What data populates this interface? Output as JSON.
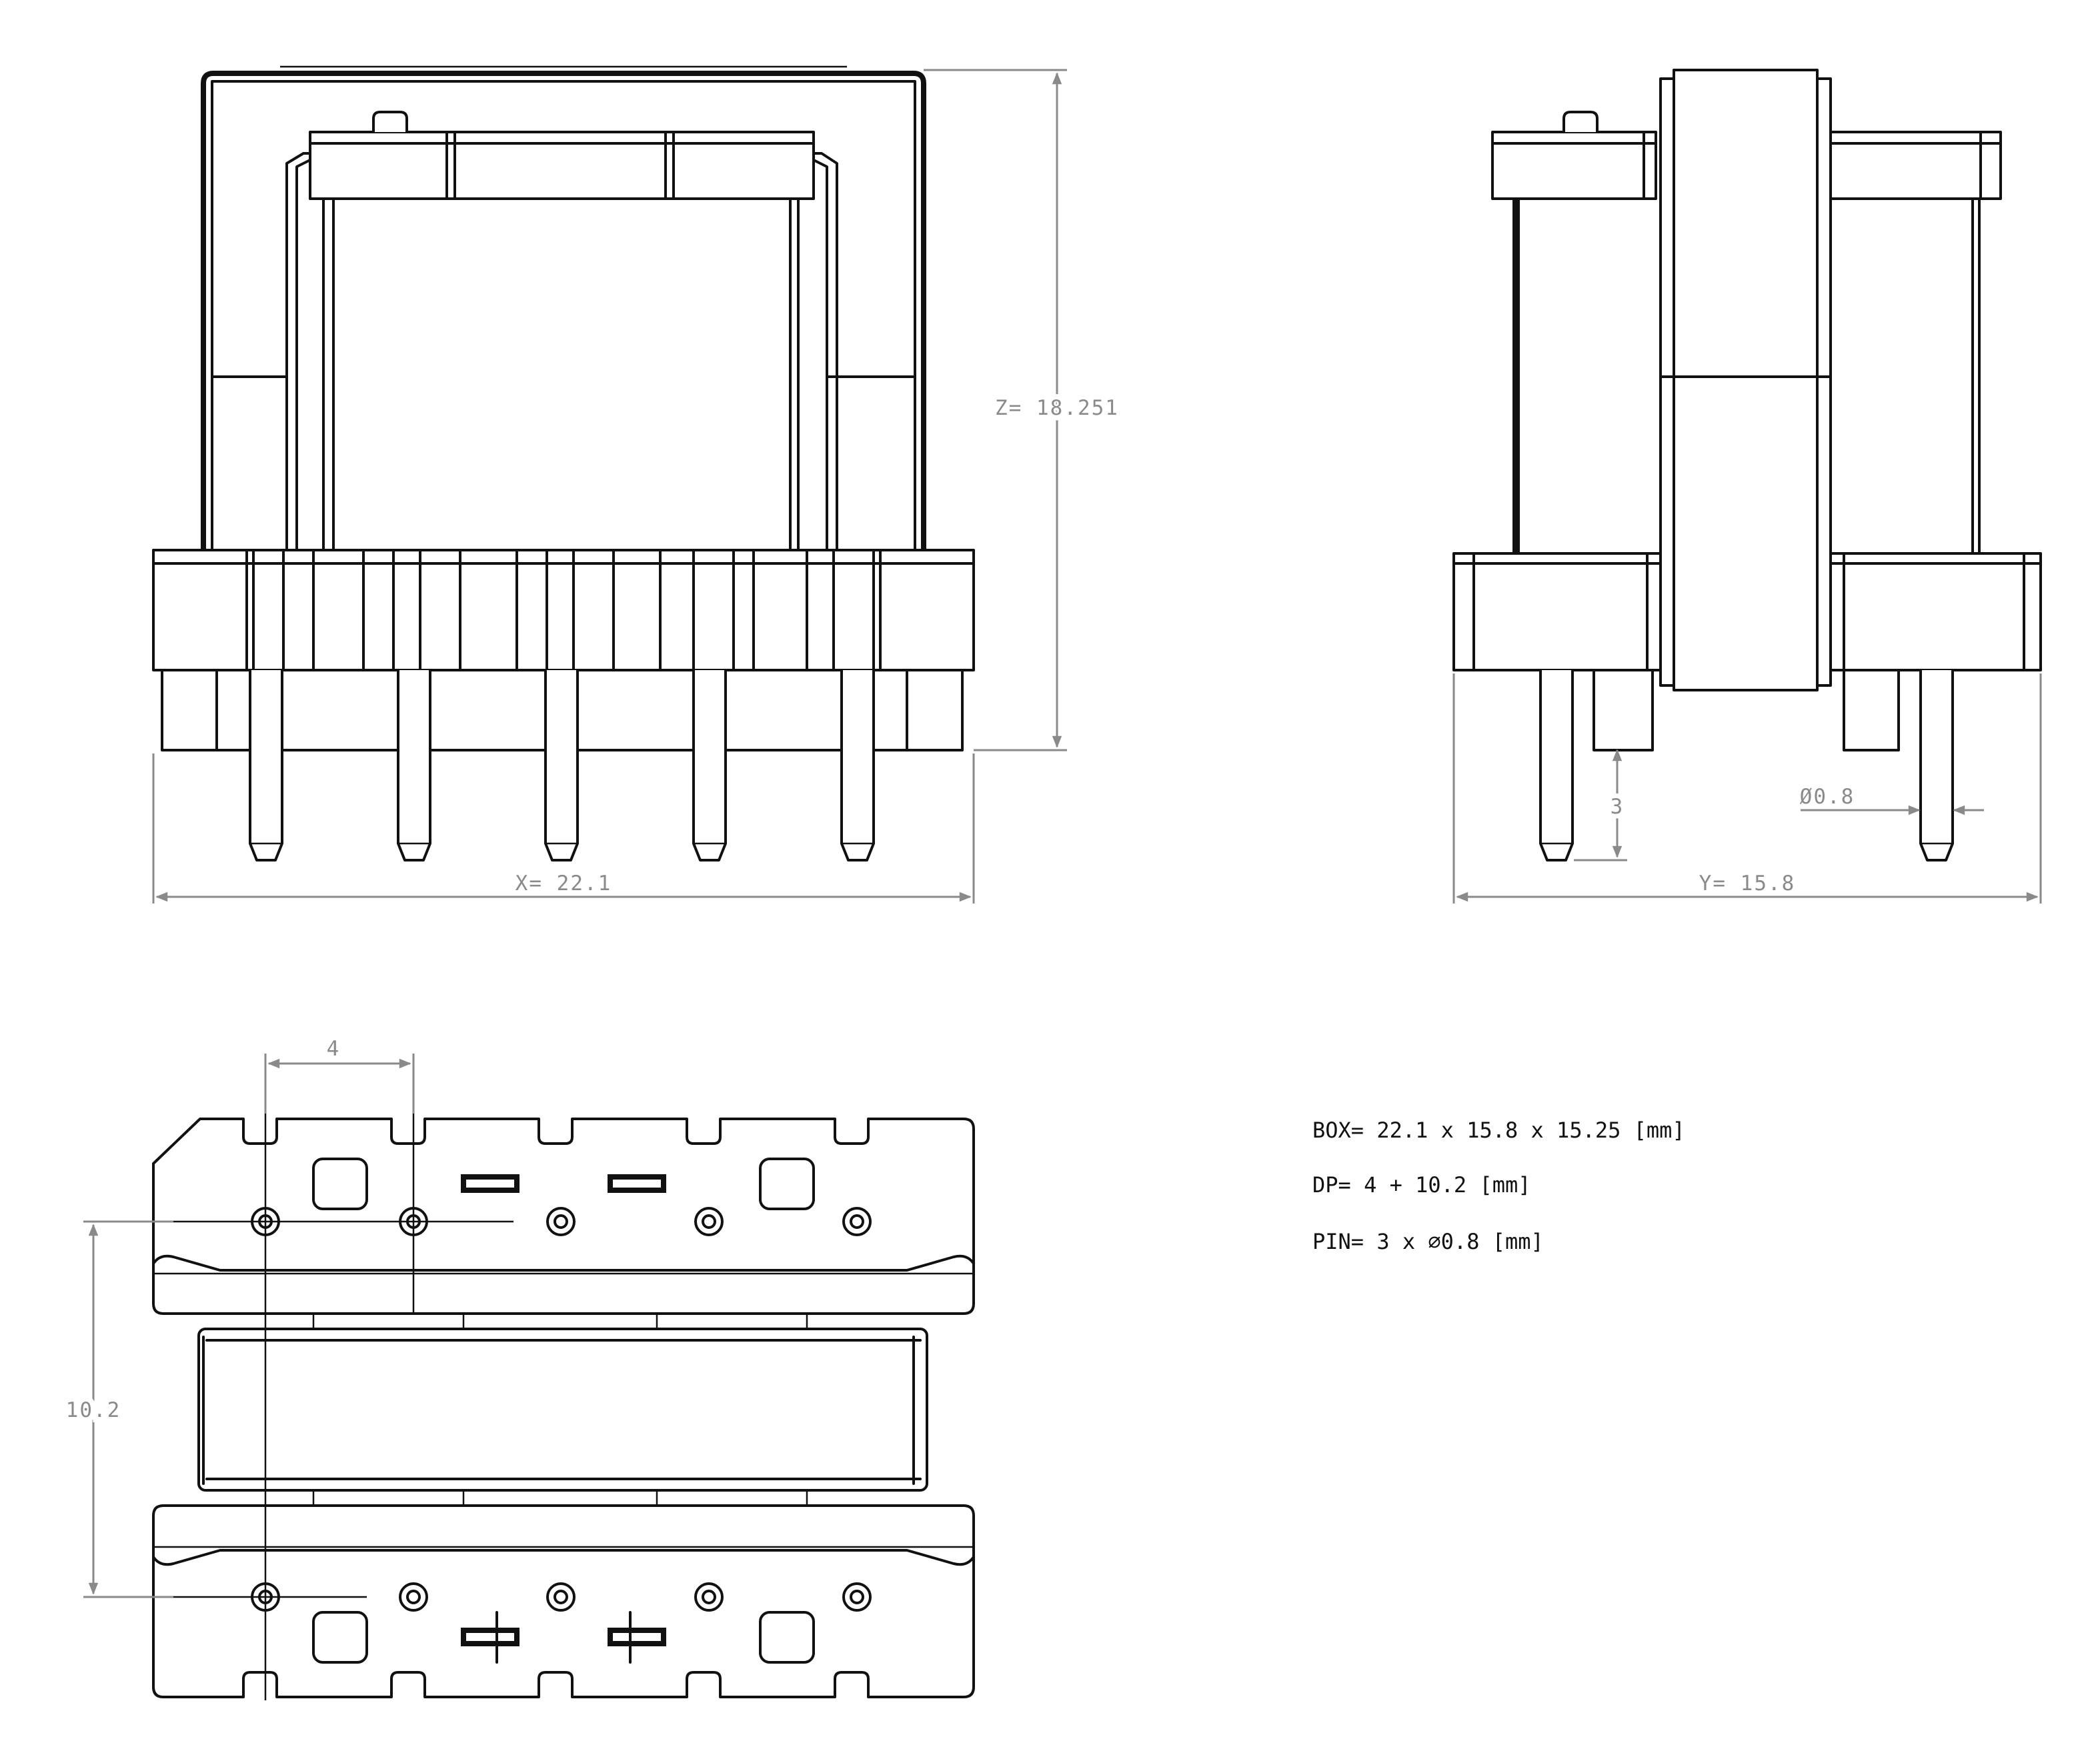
{
  "dimensions": {
    "x": "X= 22.1",
    "y": "Y= 15.8",
    "z": "Z= 18.251",
    "pin_height": "3",
    "pin_diameter": "Ø0.8",
    "pin_pitch": "4",
    "row_spacing": "10.2"
  },
  "specs": [
    "BOX= 22.1 x 15.8 x 15.25 [mm]",
    "DP= 4 + 10.2 [mm]",
    "PIN= 3 x ⌀0.8 [mm]"
  ],
  "colors": {
    "outline": "#111111",
    "dimension": "#8a8a8a",
    "background": "#ffffff"
  }
}
